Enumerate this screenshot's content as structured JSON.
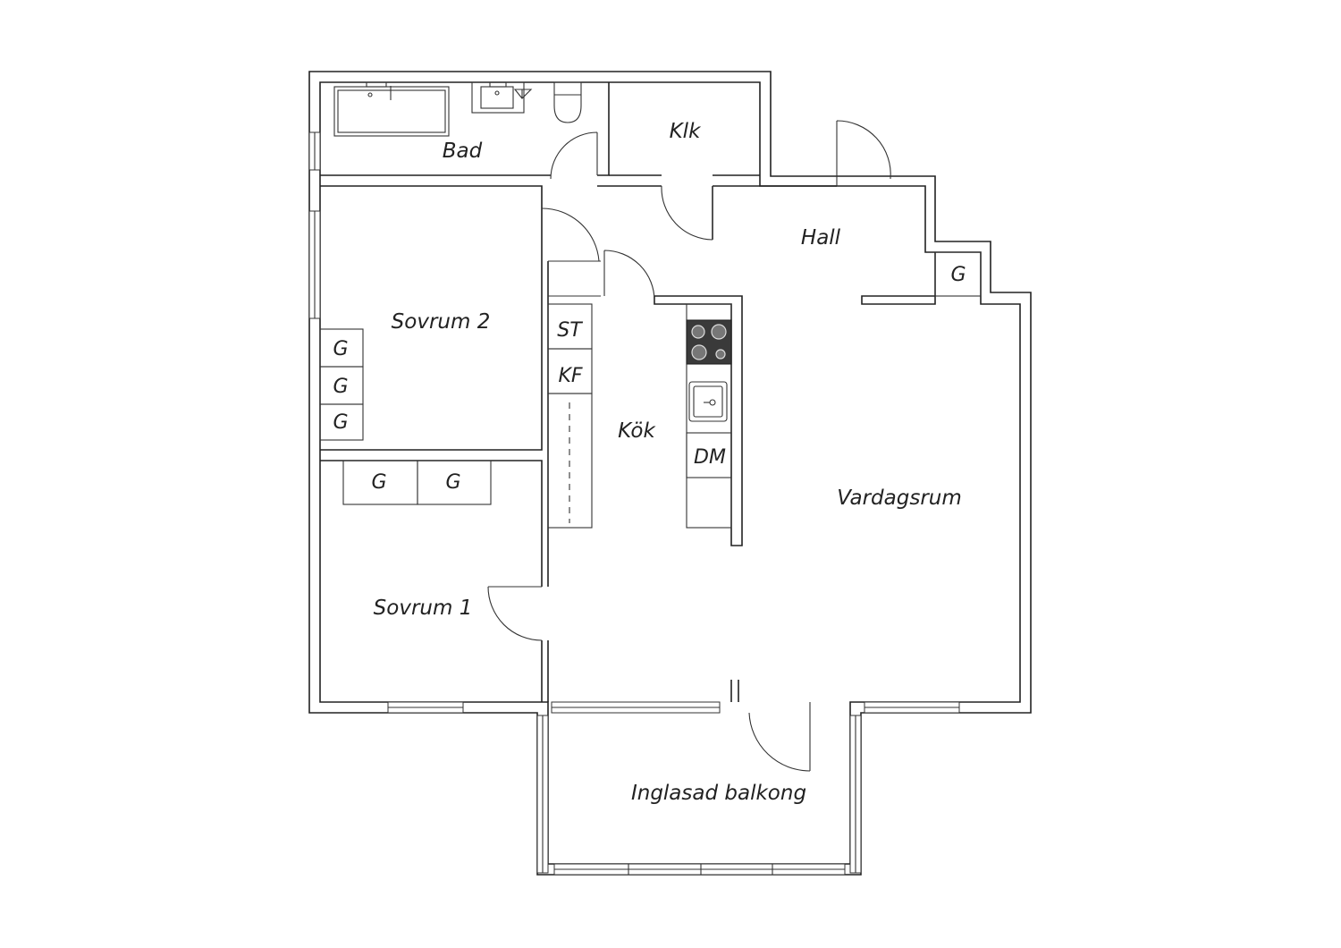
{
  "rooms": {
    "bad": "Bad",
    "klk": "Klk",
    "hall": "Hall",
    "sovrum2": "Sovrum 2",
    "sovrum1": "Sovrum 1",
    "kok": "Kök",
    "vardagsrum": "Vardagsrum",
    "balkong": "Inglasad balkong"
  },
  "fixtures": {
    "hall_g": "G",
    "sov2_g1": "G",
    "sov2_g2": "G",
    "sov2_g3": "G",
    "sov1_g1": "G",
    "sov1_g2": "G",
    "st": "ST",
    "kf": "KF",
    "dm": "DM"
  }
}
